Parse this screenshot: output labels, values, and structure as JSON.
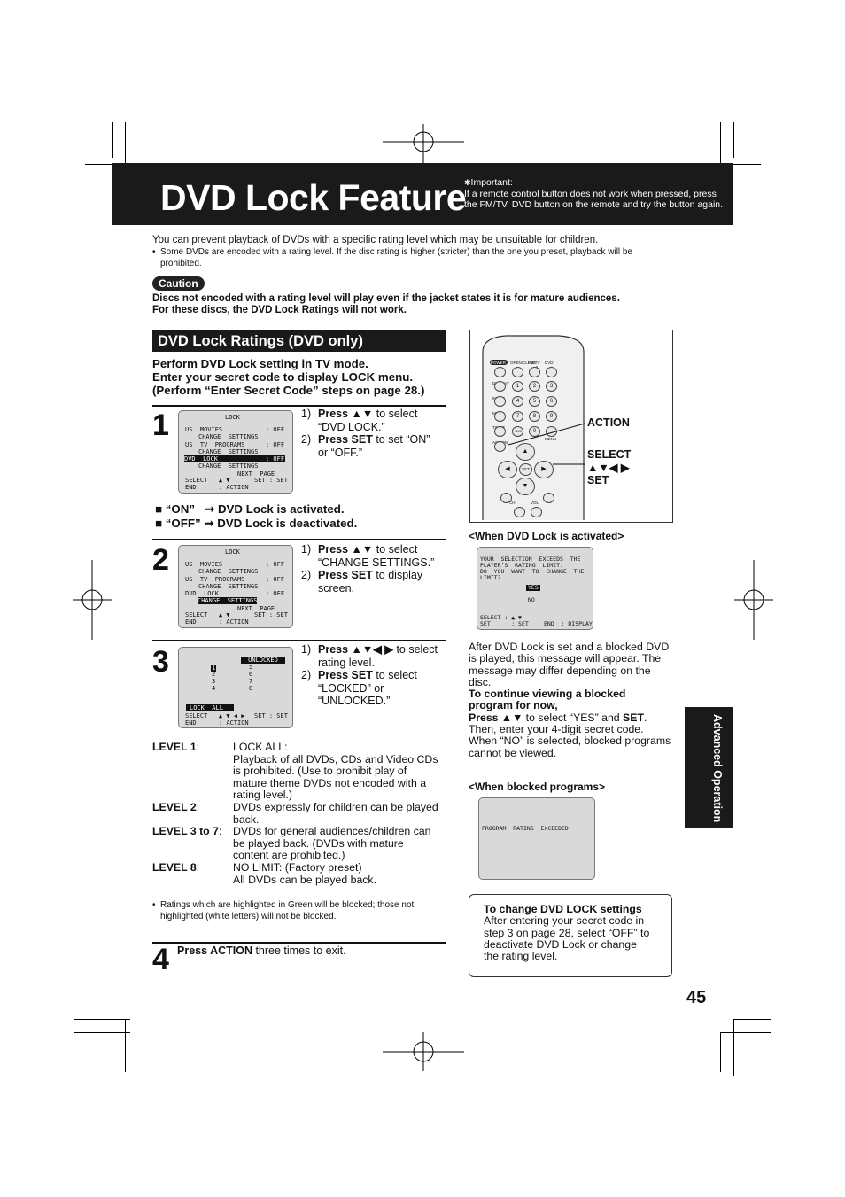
{
  "header": {
    "title": "DVD Lock Feature",
    "important_label": "Important:",
    "important_text": "If a remote control button does not work when pressed, press the FM/TV, DVD button on the remote and try the button again."
  },
  "intro": {
    "line1": "You can prevent playback of DVDs with a specific rating level which may be unsuitable for children.",
    "bullet": "Some DVDs are encoded with a rating level. If the disc rating is higher (stricter) than the one you preset, playback will be prohibited."
  },
  "caution": {
    "label": "Caution",
    "text1": "Discs not encoded with a rating level will play even if the jacket states it is for mature audiences.",
    "text2": "For these discs, the DVD Lock Ratings will not work."
  },
  "section": {
    "title": "DVD Lock Ratings (DVD only)",
    "instr1": "Perform DVD Lock setting in TV mode.",
    "instr2": "Enter your secret code to display LOCK menu.",
    "instr3": "(Perform “Enter Secret Code” steps on page 28.)"
  },
  "step1": {
    "num": "1",
    "screen": {
      "title": "LOCK",
      "r1": "US  MOVIES",
      "r1v": ": OFF",
      "r2": "CHANGE  SETTINGS",
      "r3": "US  TV  PROGRAMS",
      "r3v": ": OFF",
      "r4": "CHANGE  SETTINGS",
      "r5": "DVD  LOCK",
      "r5v": ": OFF",
      "r6": "CHANGE  SETTINGS",
      "r7": "NEXT  PAGE",
      "r8": "SELECT : ▲ ▼",
      "r8v": "SET : SET",
      "r9": "END      : ACTION"
    },
    "i1_num": "1)",
    "i1_bold": "Press ▲▼",
    "i1_rest": " to select",
    "i1_line2": "“DVD LOCK.”",
    "i2_num": "2)",
    "i2_bold": "Press SET",
    "i2_rest": " to set “ON”",
    "i2_line2": "or “OFF.”",
    "on_label": "“ON”",
    "on_text": "DVD Lock is activated.",
    "off_label": "“OFF”",
    "off_text": "DVD Lock is deactivated.",
    "arrow": "➞",
    "square": "■"
  },
  "step2": {
    "num": "2",
    "screen": {
      "title": "LOCK",
      "r1": "US  MOVIES",
      "r1v": ": OFF",
      "r2": "CHANGE  SETTINGS",
      "r3": "US  TV  PROGRAMS",
      "r3v": ": OFF",
      "r4": "CHANGE  SETTINGS",
      "r5": "DVD  LOCK",
      "r5v": ": OFF",
      "r6": "CHANGE  SETTINGS",
      "r7": "NEXT  PAGE",
      "r8": "SELECT : ▲ ▼",
      "r8v": "SET : SET",
      "r9": "END      : ACTION"
    },
    "i1_num": "1)",
    "i1_bold": "Press ▲▼",
    "i1_rest": " to select",
    "i1_line2": "“CHANGE SETTINGS.”",
    "i2_num": "2)",
    "i2_bold": "Press SET",
    "i2_rest": " to display",
    "i2_line2": "screen."
  },
  "step3": {
    "num": "3",
    "screen": {
      "unlocked": "UNLOCKED",
      "c1": [
        "1",
        "2",
        "3",
        "4"
      ],
      "c2": [
        "5",
        "6",
        "7",
        "8"
      ],
      "lock_all": "LOCK  ALL",
      "r8": "SELECT : ▲ ▼ ◀ ▶",
      "r8v": "SET : SET",
      "r9": "END      : ACTION"
    },
    "i1_num": "1)",
    "i1_bold": "Press ▲▼◀ ▶",
    "i1_rest": " to select",
    "i1_line2": "rating level.",
    "i2_num": "2)",
    "i2_bold": "Press SET",
    "i2_rest": " to select",
    "i2_line2": "“LOCKED” or",
    "i2_line3": "“UNLOCKED.”"
  },
  "levels": [
    {
      "label": "LEVEL 1",
      "text": [
        "LOCK ALL:",
        "Playback of all DVDs, CDs and Video CDs",
        "is prohibited. (Use to prohibit play of",
        "mature theme DVDs not encoded with a",
        "rating level.)"
      ]
    },
    {
      "label": "LEVEL 2",
      "text": [
        "DVDs expressly for children can be played",
        "back."
      ]
    },
    {
      "label": "LEVEL 3 to 7",
      "text": [
        "DVDs for general audiences/children can",
        "be played back. (DVDs with mature",
        "content are prohibited.)"
      ]
    },
    {
      "label": "LEVEL 8",
      "text": [
        "NO LIMIT: (Factory preset)",
        "All DVDs can be played back."
      ]
    }
  ],
  "ratings_note": "Ratings which are highlighted in Green will be blocked; those not highlighted (white letters) will not be blocked.",
  "step4": {
    "num": "4",
    "bold": "Press ACTION",
    "rest": " three times to exit."
  },
  "remote": {
    "top_labels": [
      "POWER",
      "OPEN/CLOSE",
      "FM/TV",
      "DVD"
    ],
    "side_labels": [
      "DISPLAY",
      "INTRO",
      "MUTE",
      "TIMER",
      "ACTION",
      "MENU"
    ],
    "keys": [
      "1",
      "2",
      "3",
      "4",
      "5",
      "6",
      "7",
      "8",
      "9",
      "+100",
      "0",
      "SET"
    ],
    "bottom_labels": [
      "CH",
      "VOL"
    ],
    "action_label": "ACTION",
    "select_label": "SELECT",
    "select_arrows": "▲▼◀ ▶",
    "set_label": "SET"
  },
  "activated": {
    "heading": "<When DVD Lock is activated>",
    "screen": {
      "l1": "YOUR  SELECTION  EXCEEDS  THE",
      "l2": "PLAYER’S  RATING  LIMIT.",
      "l3": "DO  YOU  WANT  TO  CHANGE  THE",
      "l4": "LIMIT?",
      "yes": "YES",
      "no": "NO",
      "sel": "SELECT : ▲ ▼",
      "set": "SET      : SET",
      "end": "END  : DISPLAY"
    },
    "p1": [
      "After DVD Lock is set and a blocked DVD",
      "is played, this message will appear. The",
      "message may differ depending on the",
      "disc."
    ],
    "continue_heading": [
      "To continue viewing a blocked",
      "program for now,"
    ],
    "p2_bold1": "Press ▲▼",
    "p2_rest1": " to select “YES” and ",
    "p2_bold2": "SET",
    "p2": [
      "Then, enter your 4-digit secret code.",
      "When “NO” is selected, blocked programs",
      "cannot be viewed."
    ]
  },
  "blocked": {
    "heading": "<When blocked programs>",
    "screen_text": "PROGRAM  RATING  EXCEEDED"
  },
  "change_box": {
    "heading": "To change DVD LOCK settings",
    "lines": [
      "After entering your secret code in",
      "step 3 on page 28, select “OFF” to",
      "deactivate DVD Lock or change",
      "the rating level."
    ]
  },
  "side_tab": "Advanced Operation",
  "page_number": "45"
}
